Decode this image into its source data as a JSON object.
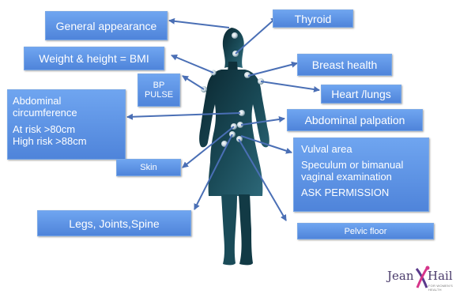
{
  "labels": {
    "general_appearance": "General appearance",
    "thyroid": "Thyroid",
    "weight_bmi": "Weight & height = BMI",
    "breast_health": "Breast health",
    "bp": "BP",
    "pulse": "PULSE",
    "heart_lungs": "Heart /lungs",
    "abdominal_circumference": [
      "Abdominal",
      "circumference",
      "At risk >80cm",
      "High risk >88cm"
    ],
    "abdominal_palpation": "Abdominal palpation",
    "skin": "Skin",
    "vulval_area": [
      "Vulval area",
      "Speculum or bimanual",
      "vaginal examination",
      "ASK PERMISSION"
    ],
    "legs_joints_spine": "Legs, Joints,Spine",
    "pelvic_floor": "Pelvic floor"
  },
  "logo": {
    "jean": "Jean",
    "hail": "Hail",
    "sub": "FOR WOMEN'S HEALTH",
    "colors": {
      "text": "#4a3b6b",
      "ribbon_pink": "#d6358a",
      "ribbon_purple": "#5a3a8c"
    }
  },
  "colors": {
    "box_top": "#6fa5f0",
    "box_bottom": "#4f84da",
    "arrow": "#4a6fb5",
    "figure_dark": "#0b2730",
    "figure_light": "#2f6b7c"
  }
}
